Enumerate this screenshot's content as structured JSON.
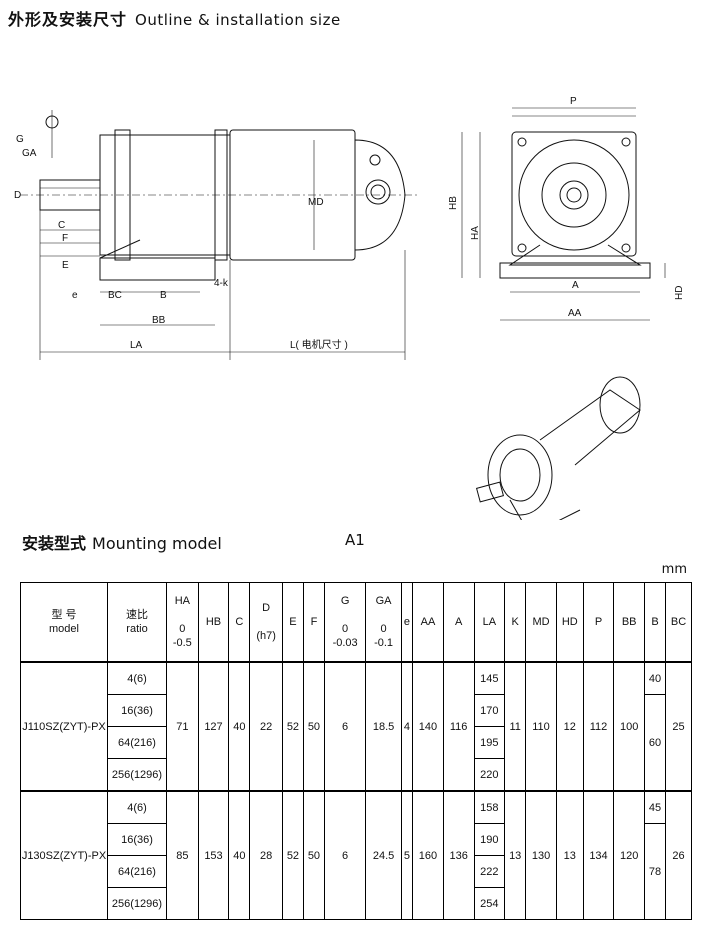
{
  "header": {
    "title_cn": "外形及安装尺寸",
    "title_en": "Outline & installation size"
  },
  "drawing": {
    "dim_labels": [
      "G",
      "GA",
      "D",
      "C",
      "F",
      "E",
      "e",
      "BC",
      "B",
      "4-k",
      "BB",
      "LA",
      "L(电机尺寸)",
      "MD",
      "P",
      "HB",
      "HA",
      "A",
      "AA",
      "HD"
    ]
  },
  "mounting": {
    "label_cn": "安装型式",
    "label_en": "Mounting model",
    "code": "A1"
  },
  "unit": "mm",
  "table": {
    "headers": {
      "model_cn": "型 号",
      "model_en": "model",
      "ratio_cn": "速比",
      "ratio_en": "ratio",
      "HA": "HA",
      "HA_tol_upper": "0",
      "HA_tol_lower": "-0.5",
      "HB": "HB",
      "C": "C",
      "D": "D",
      "D_tol": "(h7)",
      "E": "E",
      "F": "F",
      "G": "G",
      "G_tol_upper": "0",
      "G_tol_lower": "-0.03",
      "GA": "GA",
      "GA_tol_upper": "0",
      "GA_tol_lower": "-0.1",
      "e": "e",
      "AA": "AA",
      "A": "A",
      "LA": "LA",
      "K": "K",
      "MD": "MD",
      "HD": "HD",
      "P": "P",
      "BB": "BB",
      "B": "B",
      "BC": "BC"
    },
    "models": [
      {
        "model": "J110SZ(ZYT)-PX",
        "ratios": [
          "4(6)",
          "16(36)",
          "64(216)",
          "256(1296)"
        ],
        "HA": "71",
        "HB": "127",
        "C": "40",
        "D": "22",
        "E": "52",
        "F": "50",
        "G": "6",
        "GA": "18.5",
        "e": "4",
        "AA": "140",
        "A": "116",
        "LA": [
          "145",
          "170",
          "195",
          "220"
        ],
        "K": "11",
        "MD": "110",
        "HD": "12",
        "P": "112",
        "BB": "100",
        "B": [
          "40",
          "60"
        ],
        "BC": "25"
      },
      {
        "model": "J130SZ(ZYT)-PX",
        "ratios": [
          "4(6)",
          "16(36)",
          "64(216)",
          "256(1296)"
        ],
        "HA": "85",
        "HB": "153",
        "C": "40",
        "D": "28",
        "E": "52",
        "F": "50",
        "G": "6",
        "GA": "24.5",
        "e": "5",
        "AA": "160",
        "A": "136",
        "LA": [
          "158",
          "190",
          "222",
          "254"
        ],
        "K": "13",
        "MD": "130",
        "HD": "13",
        "P": "134",
        "BB": "120",
        "B": [
          "45",
          "78"
        ],
        "BC": "26"
      }
    ]
  }
}
